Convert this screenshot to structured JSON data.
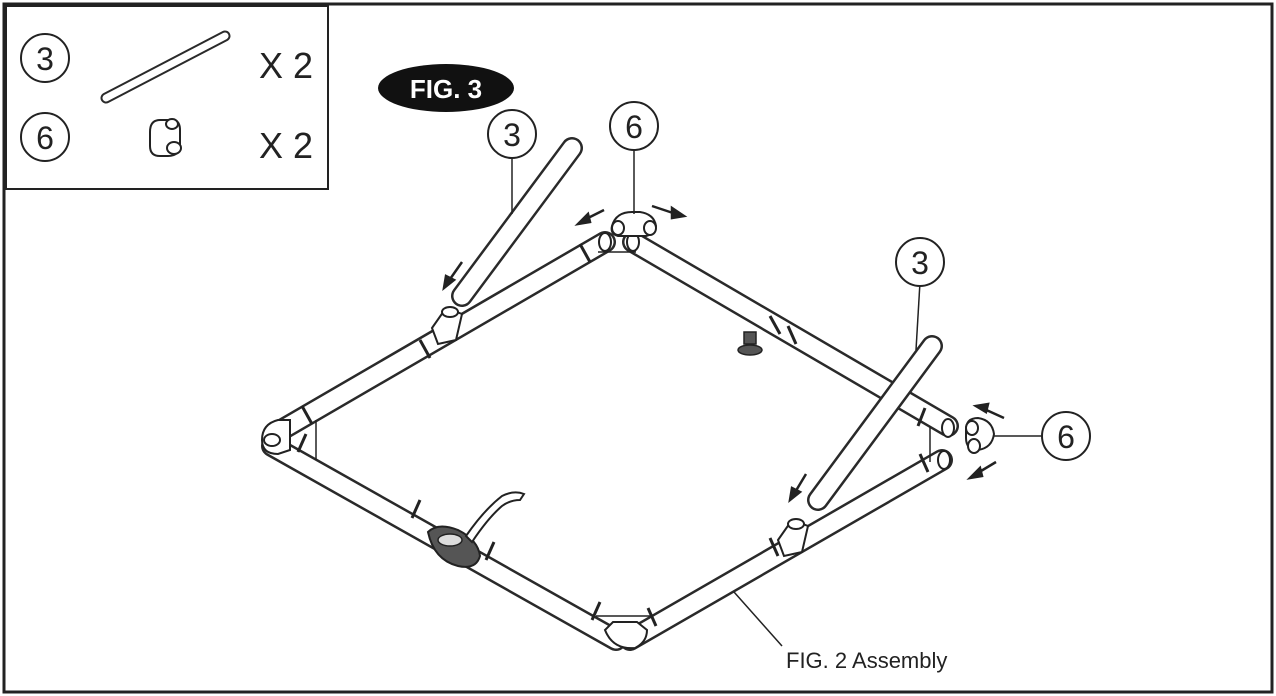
{
  "parts_box": {
    "rows": [
      {
        "callout": "3",
        "icon": "pipe-icon",
        "qty": "X 2"
      },
      {
        "callout": "6",
        "icon": "elbow-connector-icon",
        "qty": "X 2"
      }
    ]
  },
  "fig_badge": "FIG. 3",
  "callouts": {
    "left_pipe": "3",
    "top_elbow": "6",
    "right_pipe": "3",
    "right_elbow": "6"
  },
  "caption": "FIG. 2 Assembly",
  "colors": {
    "ink": "#1a1a1a",
    "badge_bg": "#111111",
    "badge_text": "#ffffff",
    "paper": "#ffffff"
  }
}
